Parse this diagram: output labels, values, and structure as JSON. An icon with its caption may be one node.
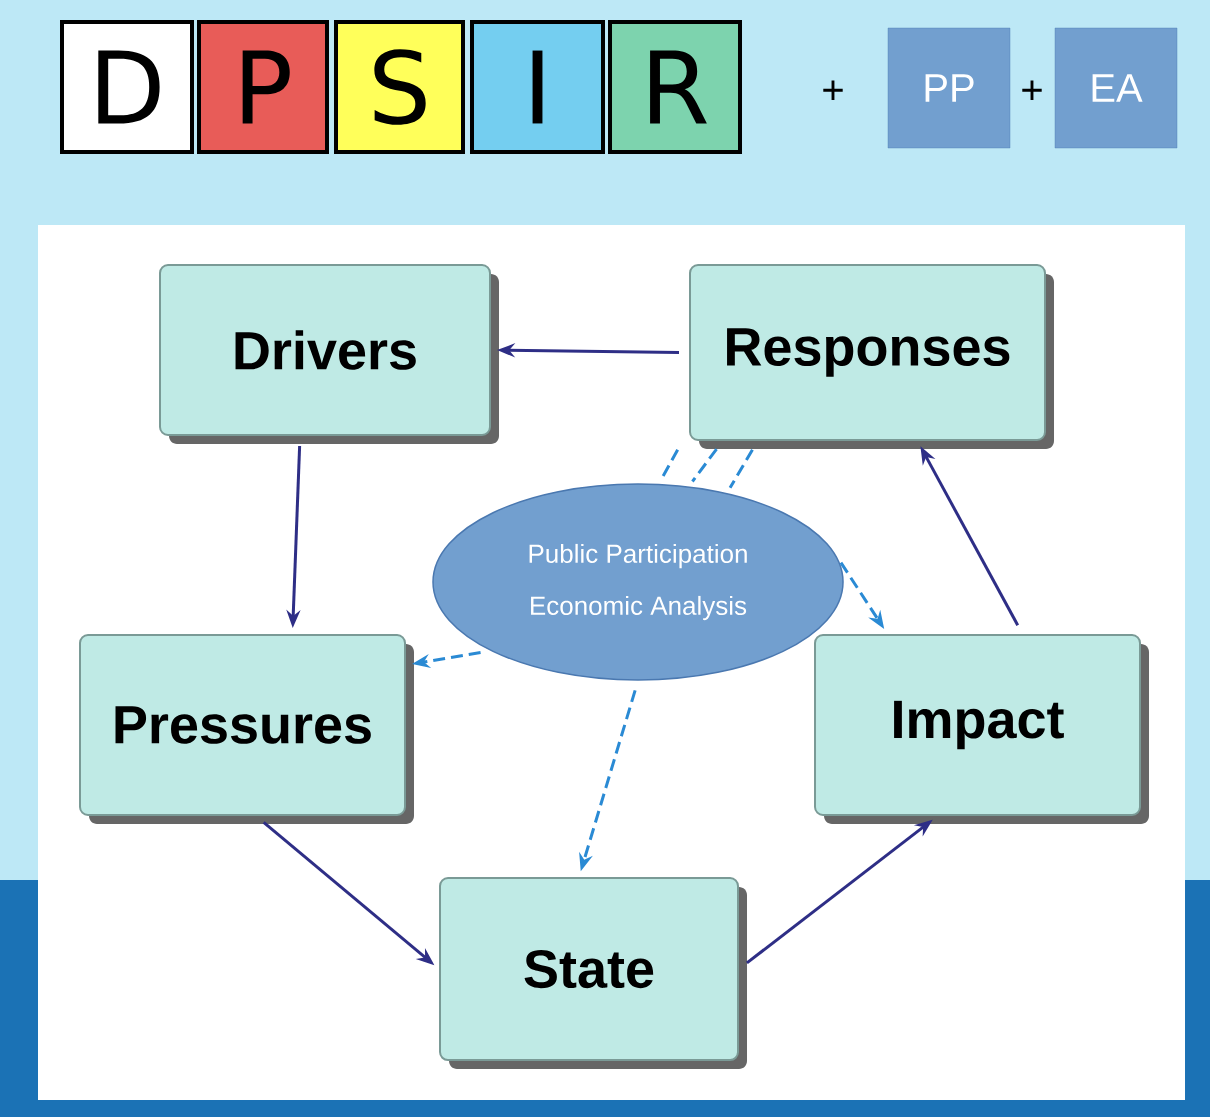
{
  "diagram": {
    "nodes": [
      {
        "text": [
          "D"
        ]
      },
      {
        "text": [
          "P"
        ]
      },
      {
        "text": [
          "S"
        ]
      },
      {
        "text": [
          "I"
        ]
      },
      {
        "text": [
          "R"
        ]
      },
      {
        "text": [
          "PP"
        ]
      },
      {
        "text": [
          "EA"
        ]
      },
      {
        "text": [
          "Drivers"
        ]
      },
      {
        "text": [
          "Responses"
        ]
      },
      {
        "text": [
          "Public Participation",
          "Economic Analysis"
        ]
      },
      {
        "text": [
          "Pressures"
        ]
      },
      {
        "text": [
          "Impact"
        ]
      },
      {
        "text": [
          "State"
        ]
      }
    ],
    "edges": [
      {
        "from": 8,
        "to": 7,
        "arrow": "to",
        "color": "#2e2e86"
      },
      {
        "from": 7,
        "to": 10,
        "arrow": "to",
        "color": "#2e2e86"
      },
      {
        "from": 10,
        "to": 12,
        "arrow": "to",
        "color": "#2e2e86"
      },
      {
        "from": 12,
        "to": 11,
        "arrow": "to",
        "color": "#2e2e86"
      },
      {
        "from": 11,
        "to": 8,
        "arrow": "to",
        "color": "#2e2e86"
      },
      {
        "from": 8,
        "to": 9,
        "arrow": "none",
        "style": "dashed",
        "color": "#2a8ad4"
      },
      {
        "from": 8,
        "to": 9,
        "arrow": "none",
        "style": "dashed",
        "color": "#2a8ad4"
      },
      {
        "from": 8,
        "to": 9,
        "arrow": "none",
        "style": "dashed",
        "color": "#2a8ad4"
      },
      {
        "from": 9,
        "to": 10,
        "arrow": "to",
        "style": "dashed",
        "color": "#2a8ad4"
      },
      {
        "from": 9,
        "to": 12,
        "arrow": "to",
        "style": "dashed",
        "color": "#2a8ad4"
      },
      {
        "from": 9,
        "to": 11,
        "arrow": "to",
        "style": "dashed",
        "color": "#2a8ad4"
      }
    ],
    "labels": [
      "+",
      "+"
    ]
  }
}
